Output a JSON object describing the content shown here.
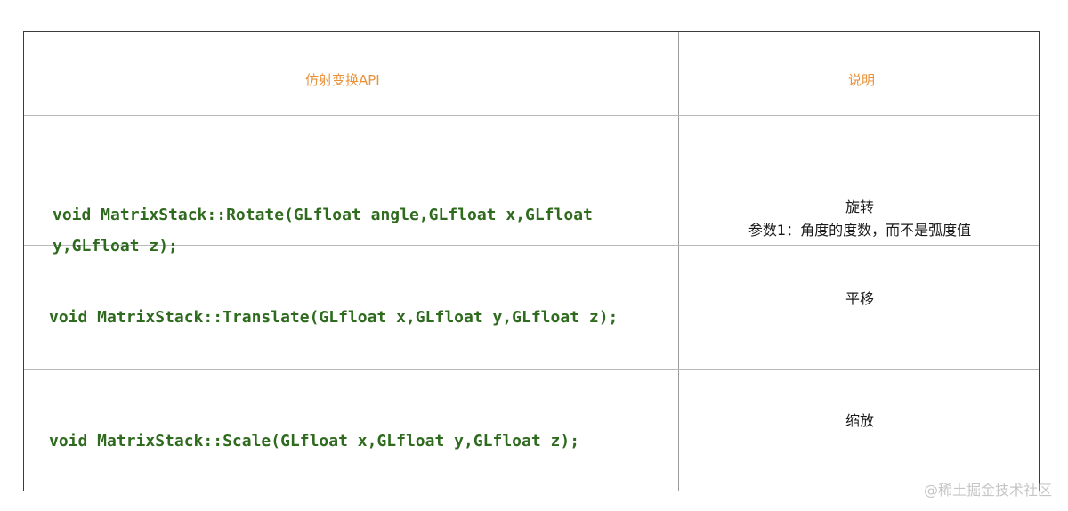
{
  "table": {
    "header": {
      "col1": "仿射变换API",
      "col2": "说明"
    },
    "rows": [
      {
        "code_line1": "void MatrixStack::Rotate(GLfloat angle,GLfloat x,GLfloat",
        "code_line2": "y,GLfloat z);",
        "desc_line1": "旋转",
        "desc_line2": "参数1：角度的度数，而不是弧度值"
      },
      {
        "code_line1": "void MatrixStack::Translate(GLfloat x,GLfloat y,GLfloat z);",
        "desc_line1": "平移"
      },
      {
        "code_line1": "void MatrixStack::Scale(GLfloat x,GLfloat y,GLfloat z);",
        "desc_line1": "缩放"
      }
    ]
  },
  "watermark": "@稀土掘金技术社区",
  "colors": {
    "header_text": "#e8923a",
    "code_text": "#2f6b1e",
    "border": "#3a3a3a"
  }
}
